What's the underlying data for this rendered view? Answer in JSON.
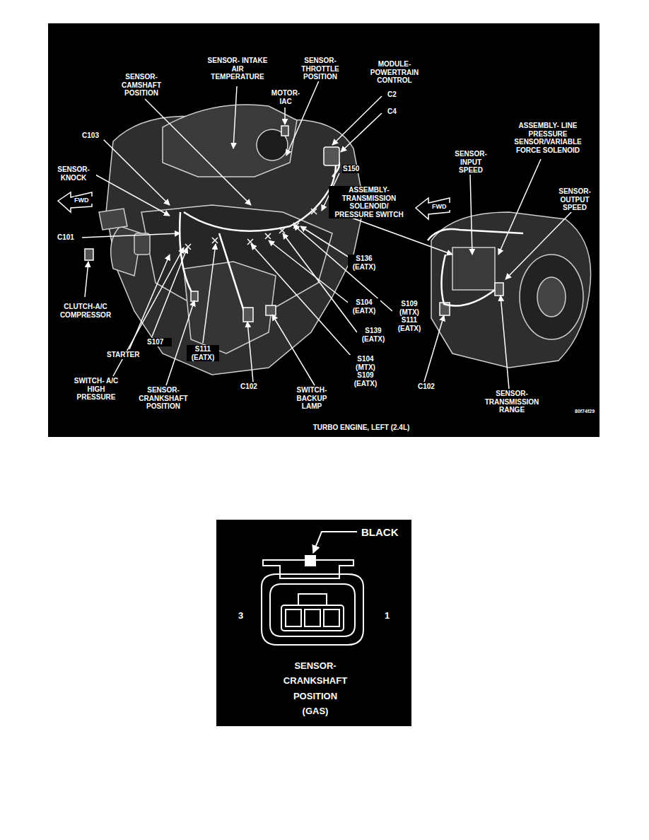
{
  "diagram": {
    "labels": [
      "SENSOR- INTAKE AIR TEMPERATURE",
      "SENSOR- THROTTLE POSITION",
      "MODULE- POWERTRAIN CONTROL",
      "SENSOR- CAMSHAFT POSITION",
      "MOTOR- IAC",
      "C2",
      "C4",
      "C103",
      "ASSEMBLY- LINE PRESSURE SENSOR/VARIABLE FORCE SOLENOID",
      "SENSOR- INPUT SPEED",
      "SENSOR- KNOCK",
      "S150",
      "FWD",
      "FWD",
      "SENSOR- OUTPUT SPEED",
      "ASSEMBLY- TRANSMISSION SOLENOID/ PRESSURE SWITCH",
      "C101",
      "S136 (EATX)",
      "S104 (EATX)",
      "S109 (MTX) S111 (EATX)",
      "S139 (EATX)",
      "CLUTCH-A/C COMPRESSOR",
      "S107",
      "S111 (EATX)",
      "STARTER",
      "S104 (MTX) S109 (EATX)",
      "C102",
      "C102",
      "SWITCH- A/C HIGH PRESSURE",
      "SENSOR- CRANKSHAFT POSITION",
      "SWITCH- BACKUP LAMP",
      "SENSOR- TRANSMISSION RANGE",
      "80f74f29",
      "TURBO ENGINE, LEFT (2.4L)",
      "BLACK",
      "3",
      "1",
      "SENSOR- CRANKSHAFT POSITION (GAS)"
    ]
  }
}
